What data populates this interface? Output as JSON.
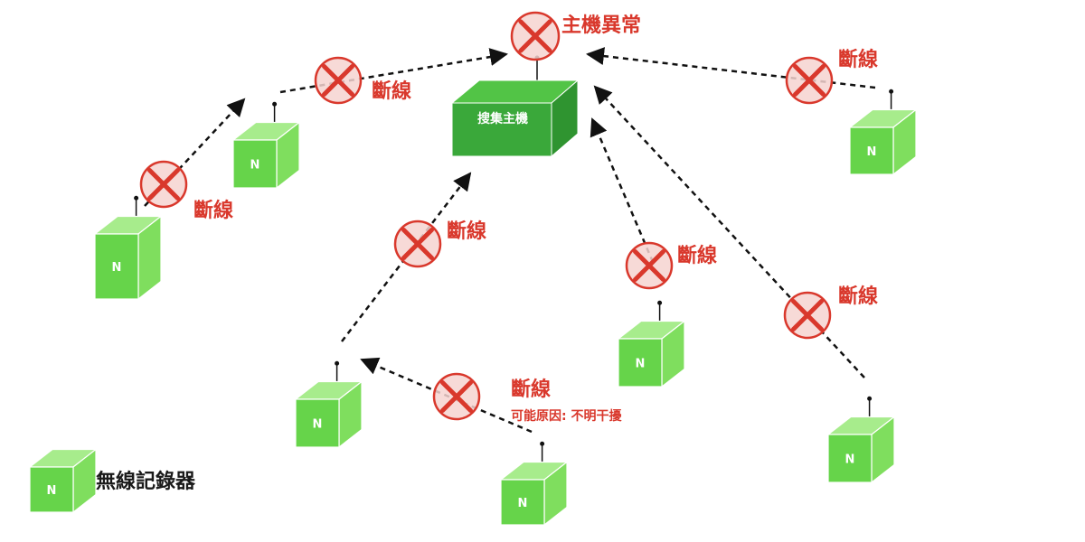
{
  "colors": {
    "node_front": "#66d44a",
    "node_top": "#a7ec8c",
    "node_side": "#7fde5e",
    "node_stroke": "#ffffff",
    "hub_front": "#3aa83a",
    "hub_top": "#52c446",
    "hub_side": "#2f9430",
    "error_red": "#d9382c",
    "error_fill": "#f6d4d0",
    "link": "#111111"
  },
  "hub": {
    "label": "搜集主機",
    "status": "主機異常"
  },
  "node_label": "N",
  "disconnect_label": "斷線",
  "note": "可能原因: 不明干擾",
  "legend": {
    "symbol": "N",
    "text": "無線記錄器"
  }
}
